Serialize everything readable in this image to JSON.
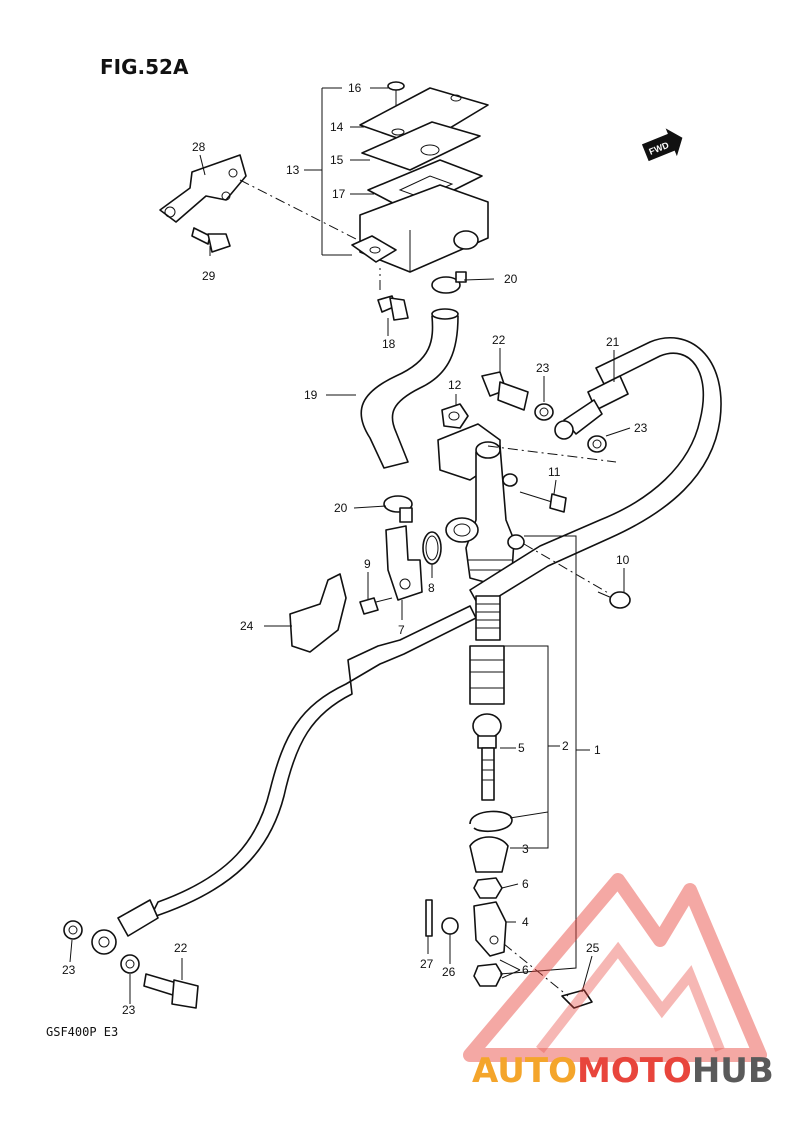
{
  "figure": {
    "title": "FIG.52A",
    "model_code": "GSF400P  E3",
    "fwd_badge": "FWD"
  },
  "labels": {
    "p1": "1",
    "p2": "2",
    "p3": "3",
    "p4": "4",
    "p5": "5",
    "p6a": "6",
    "p6b": "6",
    "p7": "7",
    "p8": "8",
    "p9": "9",
    "p10": "10",
    "p11": "11",
    "p12": "12",
    "p13": "13",
    "p14": "14",
    "p15": "15",
    "p16": "16",
    "p17": "17",
    "p18": "18",
    "p19": "19",
    "p20a": "20",
    "p20b": "20",
    "p21": "21",
    "p22a": "22",
    "p22b": "22",
    "p23a": "23",
    "p23b": "23",
    "p23c": "23",
    "p23d": "23",
    "p24": "24",
    "p25": "25",
    "p26": "26",
    "p27": "27",
    "p28": "28",
    "p29": "29"
  },
  "watermark": {
    "part1": "AUTO",
    "part2": "MOTO",
    "part3": "HUB",
    "color_auto": "#f4a52b",
    "color_moto": "#e8453c",
    "color_hub": "#5a5a5a",
    "logo_color": "#e8453c"
  }
}
